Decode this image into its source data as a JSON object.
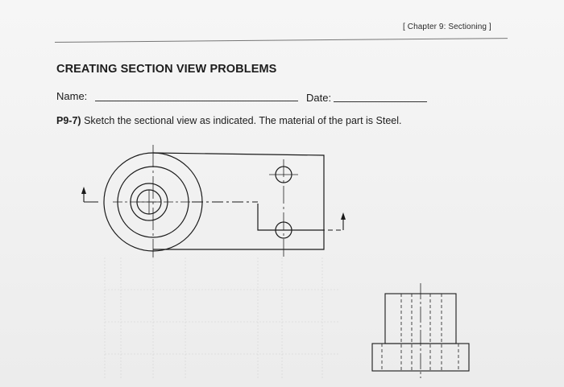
{
  "header": {
    "chapter": "[ Chapter 9:  Sectioning ]"
  },
  "title": "CREATING SECTION VIEW PROBLEMS",
  "fields": {
    "name_label": "Name:",
    "date_label": "Date:"
  },
  "problem": {
    "number": "P9-7)",
    "text": "Sketch the sectional view as indicated. The material of the part is Steel."
  }
}
